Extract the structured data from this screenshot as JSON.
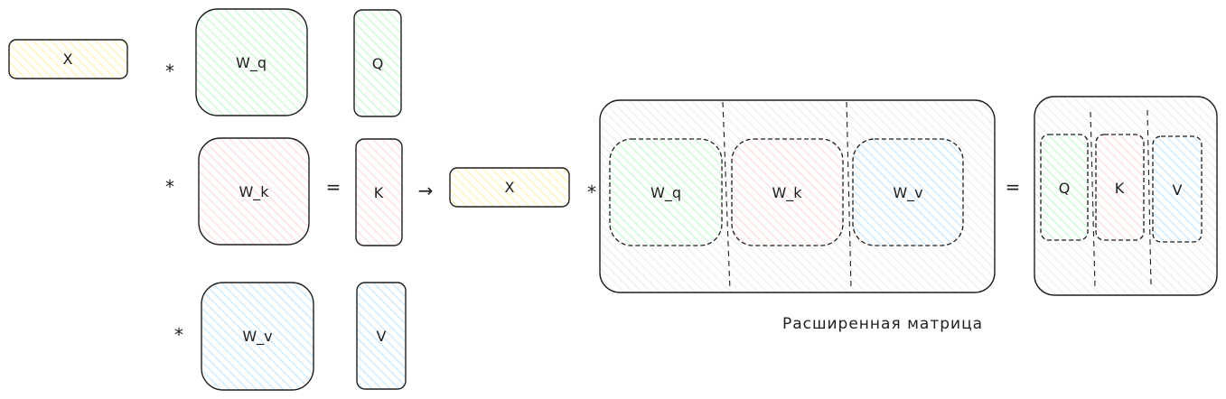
{
  "colors": {
    "input": "#fff3bf",
    "query": "#d3f9d8",
    "key": "#ffe3e3",
    "value": "#d0ebff",
    "frame": "#f8f9fa",
    "stroke": "#1e1e1e"
  },
  "left": {
    "x_label": "X",
    "op_mul": "*",
    "op_eq": "=",
    "weights": {
      "q": "W_q",
      "k": "W_k",
      "v": "W_v"
    },
    "outputs": {
      "q": "Q",
      "k": "K",
      "v": "V"
    }
  },
  "right": {
    "x_label": "X",
    "op_mul": "*",
    "op_eq": "=",
    "weights": {
      "q": "W_q",
      "k": "W_k",
      "v": "W_v"
    },
    "outputs": {
      "q": "Q",
      "k": "K",
      "v": "V"
    },
    "caption": "Расширенная матрица"
  },
  "arrow": "→"
}
